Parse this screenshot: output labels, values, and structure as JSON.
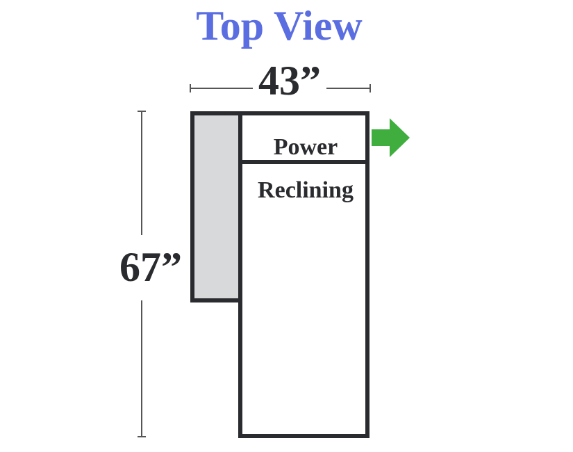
{
  "title": "Top View",
  "dimensions": {
    "width": "43”",
    "depth": "67”"
  },
  "sections": {
    "power": "Power",
    "reclining": "Reclining"
  },
  "colors": {
    "title": "#5b6ee1",
    "outline": "#2a2b2f",
    "arm_fill": "#d8d9db",
    "arrow": "#3fae3f",
    "dimension_line": "#555555",
    "text": "#2a2b2f"
  },
  "icons": {
    "direction": "arrow-right-icon"
  }
}
